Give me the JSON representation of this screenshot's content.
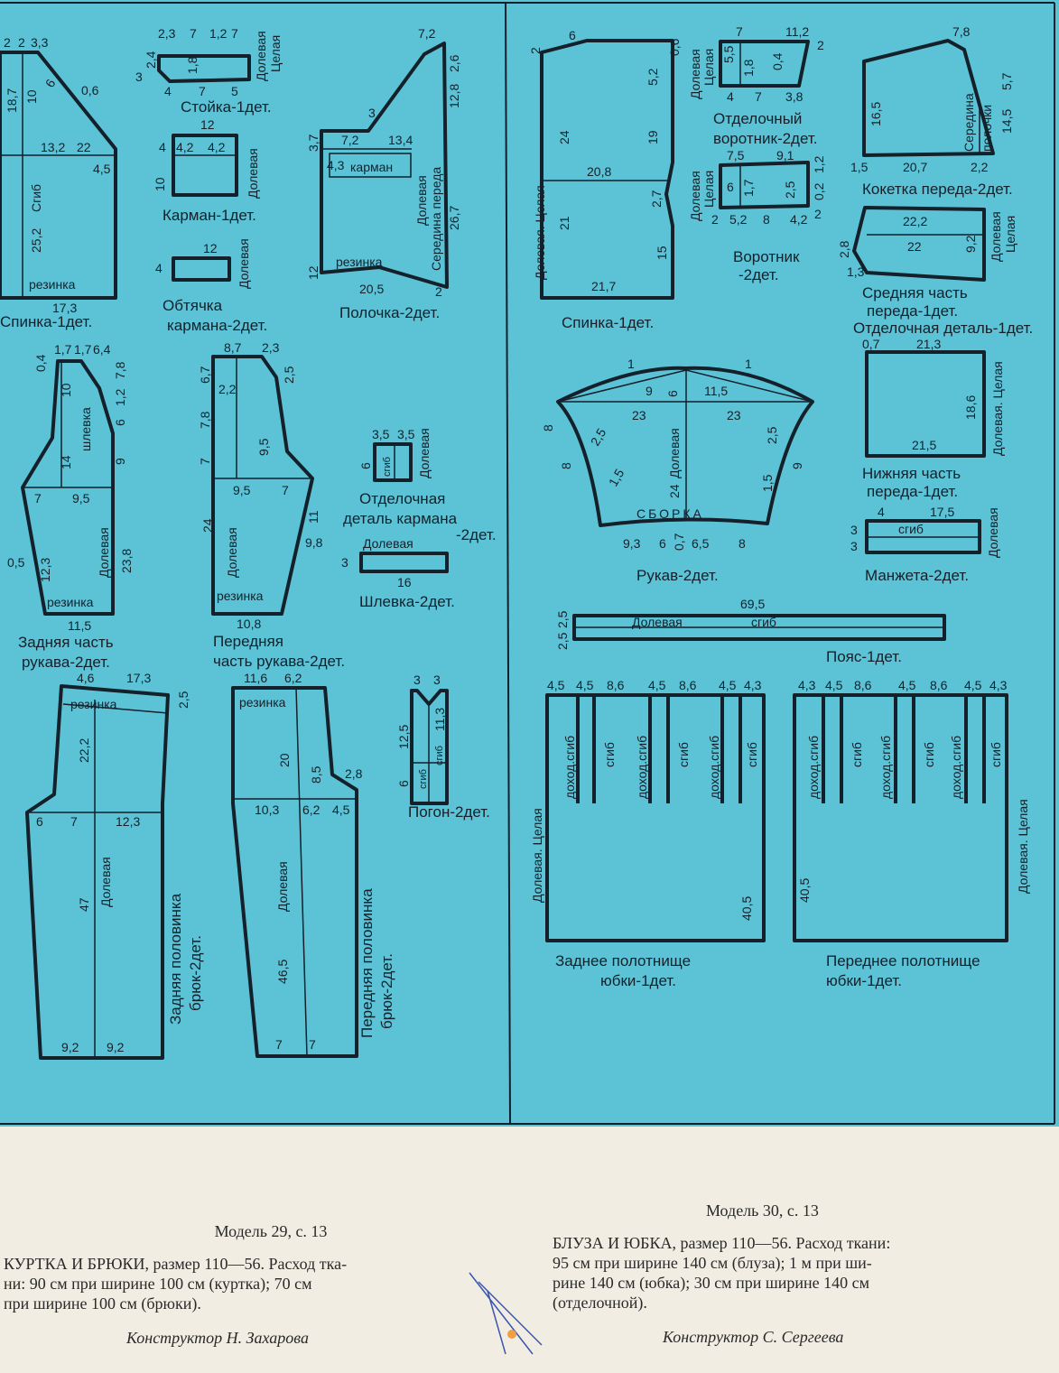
{
  "colors": {
    "pattern_bg": "#5cc3d6",
    "paper": "#f1ede3",
    "ink": "#14202a"
  },
  "model29": {
    "back": {
      "title": "Спинка-1дет.",
      "dims": [
        "2",
        "2",
        "3,3",
        "18,7",
        "10",
        "6",
        "0,6",
        "13,2",
        "22",
        "4,5",
        "25,2",
        "17,3"
      ],
      "labels": [
        "Сгиб",
        "резинка"
      ]
    },
    "stand": {
      "title": "Стойка-1дет.",
      "dims": [
        "2,3",
        "7",
        "1,2",
        "7",
        "3",
        "2,4",
        "1,8",
        "4",
        "7",
        "5"
      ],
      "labels": [
        "Долевая",
        "Целая"
      ]
    },
    "pocket": {
      "title": "Карман-1дет.",
      "dims": [
        "12",
        "4,2",
        "4,2",
        "4",
        "10"
      ],
      "labels": [
        "Долевая"
      ]
    },
    "pocket_facing": {
      "title": [
        "Обтячка",
        "кармана-2дет."
      ],
      "dims": [
        "12",
        "4"
      ],
      "labels": [
        "Долевая"
      ]
    },
    "front": {
      "title": "Полочка-2дет.",
      "dims": [
        "7,2",
        "2,6",
        "12,8",
        "26,7",
        "3",
        "3,7",
        "7,2",
        "13,4",
        "4,3",
        "12",
        "20,5",
        "2"
      ],
      "labels": [
        "Долевая",
        "Середина переда",
        "карман",
        "резинка"
      ]
    },
    "sleeve_back": {
      "title": [
        "Задняя часть",
        "рукава-2дет."
      ],
      "dims": [
        "0,4",
        "1,7",
        "1,7",
        "6,4",
        "10",
        "7,8",
        "1,2",
        "6",
        "9",
        "14",
        "7",
        "9,5",
        "23,8",
        "0,5",
        "12,3",
        "11,5"
      ],
      "labels": [
        "шлевка",
        "Долевая",
        "резинка"
      ]
    },
    "sleeve_front": {
      "title": [
        "Передняя",
        "часть рукава-2дет."
      ],
      "dims": [
        "8,7",
        "2,3",
        "6,7",
        "2,2",
        "2,5",
        "7,8",
        "7",
        "9,5",
        "9,5",
        "7",
        "24",
        "11",
        "9,8",
        "10,8"
      ],
      "labels": [
        "Долевая",
        "резинка"
      ]
    },
    "pocket_trim": {
      "title": [
        "Отделочная",
        "деталь кармана",
        "-2дет."
      ],
      "dims": [
        "3,5",
        "3,5",
        "6"
      ],
      "labels": [
        "сгиб",
        "Долевая"
      ]
    },
    "loop": {
      "title": "Шлевка-2дет.",
      "dims": [
        "3",
        "16"
      ],
      "labels": [
        "Долевая"
      ]
    },
    "trousers_back": {
      "title": [
        "Задняя половинка",
        "брюк-2дет."
      ],
      "dims": [
        "4,6",
        "17,3",
        "2,5",
        "22,2",
        "6",
        "7",
        "12,3",
        "47",
        "9,2",
        "9,2"
      ],
      "labels": [
        "резинка",
        "Долевая"
      ]
    },
    "trousers_front": {
      "title": [
        "Передняя половинка",
        "брюк-2дет."
      ],
      "dims": [
        "11,6",
        "6,2",
        "20",
        "8,5",
        "2,8",
        "10,3",
        "6,2",
        "4,5",
        "46,5",
        "7",
        "7"
      ],
      "labels": [
        "резинка",
        "Долевая"
      ]
    },
    "strap": {
      "title": "Погон-2дет.",
      "dims": [
        "3",
        "3",
        "12,5",
        "11,3",
        "6"
      ],
      "labels": [
        "сгиб",
        "сгиб"
      ]
    },
    "caption": {
      "model": "Модель 29, с. 13",
      "text": [
        "КУРТКА И БРЮКИ, размер 110—56. Расход тка-",
        "ни: 90 см при ширине 100 см (куртка); 70 см",
        "при ширине 100 см (брюки)."
      ],
      "designer": "Конструктор Н. Захарова"
    }
  },
  "model30": {
    "back": {
      "title": "Спинка-1дет.",
      "dims": [
        "6",
        "2",
        "0,6",
        "5,2",
        "24",
        "19",
        "20,8",
        "2,7",
        "21",
        "15",
        "21,7"
      ],
      "labels": [
        "Долевая. Целая"
      ]
    },
    "trim_collar": {
      "title": [
        "Отделочный",
        "воротник-2дет."
      ],
      "dims": [
        "7",
        "11,2",
        "2",
        "5,5",
        "1,8",
        "0,4",
        "4",
        "7",
        "3,8"
      ],
      "labels": [
        "Долевая",
        "Целая"
      ]
    },
    "collar": {
      "title": [
        "Воротник",
        "-2дет."
      ],
      "dims": [
        "7,5",
        "9,1",
        "1,2",
        "6",
        "1,7",
        "2,5",
        "0,2",
        "2",
        "2",
        "5,2",
        "8",
        "4,2"
      ],
      "labels": [
        "Долевая",
        "Целая"
      ]
    },
    "yoke": {
      "title": "Кокетка переда-2дет.",
      "dims": [
        "7,8",
        "5,7",
        "16,5",
        "14,5",
        "1,5",
        "20,7",
        "2,2"
      ],
      "labels": [
        "Середина",
        "полочки"
      ]
    },
    "mid_front": {
      "title": [
        "Средняя часть",
        "переда-1дет."
      ],
      "dims": [
        "22,2",
        "22",
        "2,8",
        "1,3",
        "9,2"
      ],
      "labels": [
        "Долевая",
        "Целая"
      ]
    },
    "trim_piece": {
      "title": "Отделочная деталь-1дет.",
      "dims": [
        "0,7",
        "21,3",
        "18,6",
        "21,5"
      ],
      "labels": [
        "Долевая. Целая"
      ]
    },
    "lower_front": {
      "title": [
        "Нижняя часть",
        "переда-1дет."
      ]
    },
    "sleeve": {
      "title": "Рукав-2дет.",
      "dims": [
        "1",
        "1",
        "9",
        "6",
        "11,5",
        "23",
        "23",
        "8",
        "8",
        "2,5",
        "2,5",
        "1,5",
        "1,5",
        "9",
        "24",
        "9,3",
        "6",
        "0,7",
        "6,5",
        "8"
      ],
      "labels": [
        "Долевая",
        "СБОРКА"
      ]
    },
    "cuff": {
      "title": "Манжета-2дет.",
      "dims": [
        "4",
        "17,5",
        "3",
        "3"
      ],
      "labels": [
        "сгиб",
        "Долевая"
      ]
    },
    "belt": {
      "title": "Пояс-1дет.",
      "dims": [
        "69,5",
        "2,5",
        "2,5"
      ],
      "labels": [
        "Долевая",
        "сгиб"
      ]
    },
    "skirt_back": {
      "title": [
        "Заднее полотнище",
        "юбки-1дет."
      ],
      "dims": [
        "4,5",
        "4,5",
        "8,6",
        "4,5",
        "8,6",
        "4,5",
        "4,3",
        "40,5"
      ],
      "labels": [
        "доход.сгиб",
        "сгиб",
        "доход.сгиб",
        "сгиб",
        "доход.сгиб",
        "сгиб",
        "Долевая. Целая"
      ]
    },
    "skirt_front": {
      "title": [
        "Переднее полотнище",
        "юбки-1дет."
      ],
      "dims": [
        "4,3",
        "4,5",
        "8,6",
        "4,5",
        "8,6",
        "4,5",
        "4,3",
        "40,5"
      ],
      "labels": [
        "доход.сгиб",
        "сгиб",
        "доход.сгиб",
        "сгиб",
        "доход.сгиб",
        "сгиб",
        "Долевая. Целая"
      ]
    },
    "caption": {
      "model": "Модель 30, с. 13",
      "text": [
        "БЛУЗА И ЮБКА, размер 110—56. Расход ткани:",
        "95 см при ширине 140 см (блуза); 1 м при ши-",
        "рине 140 см (юбка); 30 см при ширине 140 см",
        "(отделочной)."
      ],
      "designer": "Конструктор С. Сергеева"
    }
  }
}
